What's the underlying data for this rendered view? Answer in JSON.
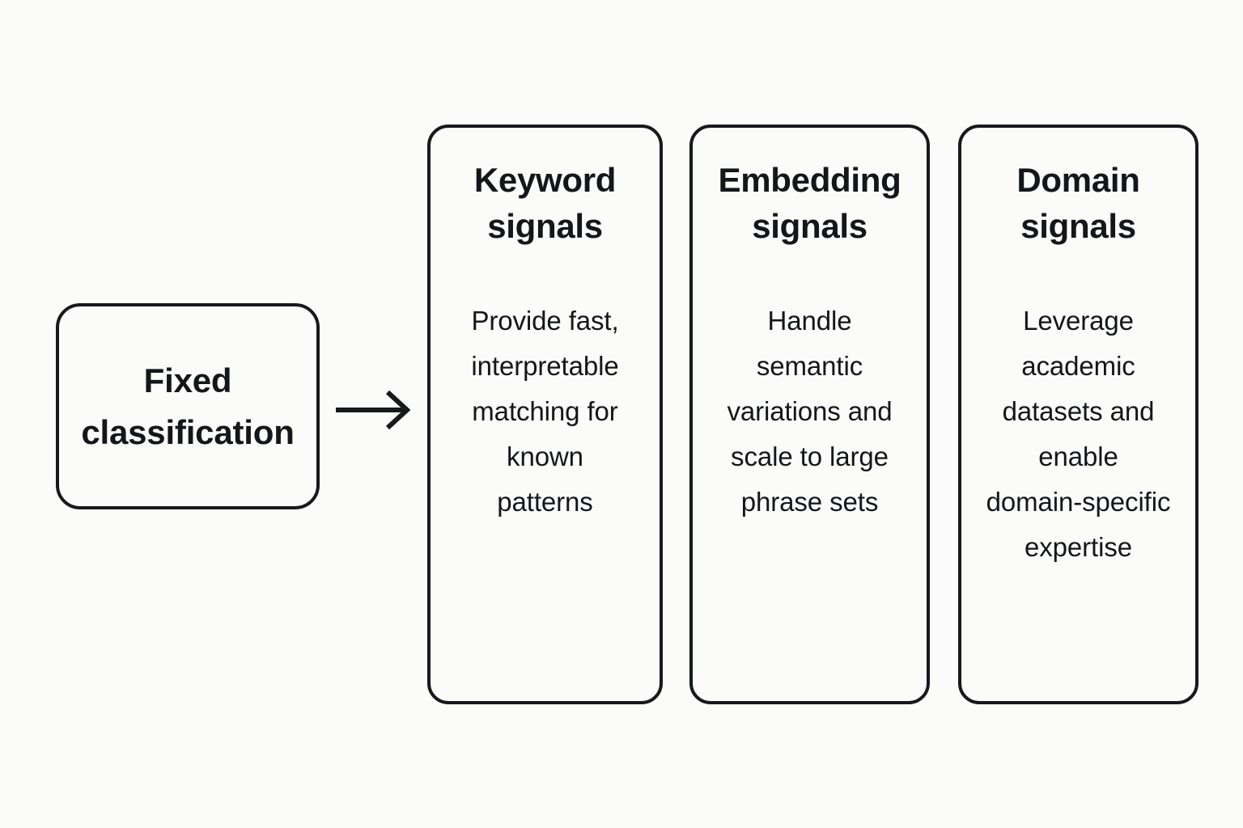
{
  "diagram": {
    "background_color": "#fbfbfa",
    "stroke_color": "#17191c",
    "text_color": "#14161a",
    "source": {
      "label": "Fixed\nclassification"
    },
    "connector": {
      "icon": "arrow-right-icon",
      "from": "Fixed classification",
      "to": "Keyword signals"
    },
    "cards": [
      {
        "title": "Keyword\nsignals",
        "body": "Provide fast,\ninterpretable\nmatching for\nknown\npatterns"
      },
      {
        "title": "Embedding\nsignals",
        "body": "Handle\nsemantic\nvariations and\nscale to large\nphrase sets"
      },
      {
        "title": "Domain\nsignals",
        "body": "Leverage\nacademic\ndatasets and\nenable\ndomain-specific\nexpertise"
      }
    ]
  }
}
